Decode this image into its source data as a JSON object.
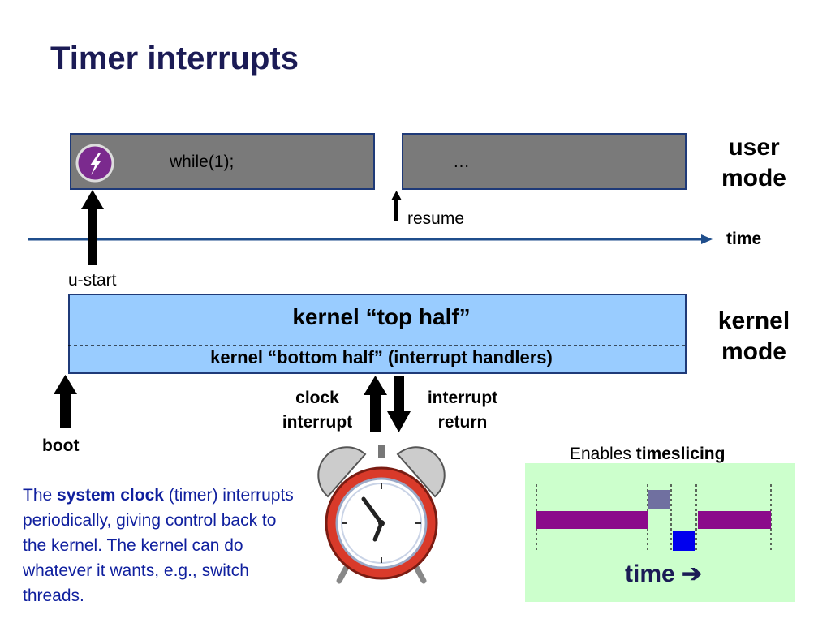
{
  "title": "Timer interrupts",
  "user_mode": {
    "line1": "user",
    "line2": "mode"
  },
  "kernel_mode": {
    "line1": "kernel",
    "line2": "mode"
  },
  "user_box1_text": "while(1);",
  "user_box2_text": "…",
  "resume_label": "resume",
  "time_label": "time",
  "ustart_label": "u-start",
  "kernel_top": "kernel “top half”",
  "kernel_bottom": "kernel “bottom half” (interrupt handlers)",
  "boot_label": "boot",
  "clock_interrupt": {
    "line1": "clock",
    "line2": "interrupt"
  },
  "interrupt_return": {
    "line1": "interrupt",
    "line2": "return"
  },
  "description": {
    "t1": "The ",
    "b1": "system clock",
    "t2": " (timer) interrupts periodically, giving control back to the kernel. The kernel can do whatever it wants, e.g., switch threads."
  },
  "timeslicing": {
    "prefix": "Enables ",
    "bold": "timeslicing"
  },
  "time_arrow_label": "time ➔",
  "colors": {
    "title": "#1b1b55",
    "user_box": "#7a7a7a",
    "kernel_box": "#99ccff",
    "timeline": "#1f4e8c",
    "green_box": "#ccffcc",
    "thread_a": "#8b0a8b",
    "thread_b": "#7070a0",
    "thread_c": "#0000ee"
  }
}
